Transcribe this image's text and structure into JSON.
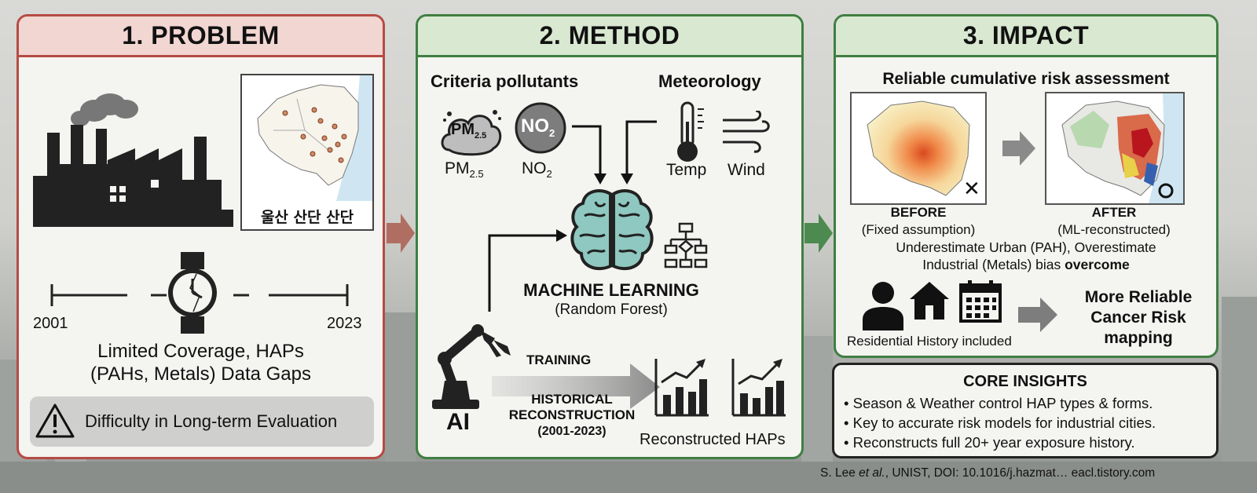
{
  "problem": {
    "title": "1. PROBLEM",
    "map_label": "울산 산단 산단",
    "timeline_start": "2001",
    "timeline_end": "2023",
    "coverage_line1": "Limited Coverage, HAPs",
    "coverage_line2": "(PAHs, Metals) Data Gaps",
    "warning": "Difficulty in Long-term Evaluation"
  },
  "method": {
    "title": "2. METHOD",
    "criteria_heading": "Criteria pollutants",
    "meteorology_heading": "Meteorology",
    "pm_icon_label": "PM",
    "pm_icon_sub": "2.5",
    "pm_label": "PM",
    "pm_label_sub": "2.5",
    "no2_icon_label": "NO",
    "no2_icon_sub": "2",
    "no2_label": "NO",
    "no2_label_sub": "2",
    "temp_label": "Temp",
    "wind_label": "Wind",
    "ml_title": "MACHINE LEARNING",
    "ml_subtitle": "(Random Forest)",
    "training_label": "TRAINING",
    "historical_line1": "HISTORICAL",
    "historical_line2": "RECONSTRUCTION",
    "historical_line3": "(2001-2023)",
    "ai_label": "AI",
    "reconstructed_label": "Reconstructed HAPs"
  },
  "impact": {
    "title": "3. IMPACT",
    "subtitle": "Reliable cumulative risk assessment",
    "before_title": "BEFORE",
    "before_sub": "(Fixed assumption)",
    "after_title": "AFTER",
    "after_sub": "(ML-reconstructed)",
    "bias_line1": "Underestimate Urban (PAH), Overestimate",
    "bias_line2_prefix": "Industrial (Metals) bias ",
    "bias_line2_bold": "overcome",
    "residential_label": "Residential History included",
    "reliable_line1": "More Reliable",
    "reliable_line2": "Cancer Risk",
    "reliable_line3": "mapping",
    "before_mark": "✕",
    "after_mark": "○"
  },
  "insights": {
    "title": "CORE INSIGHTS",
    "items": [
      "• Season & Weather control HAP types & forms.",
      "• Key to accurate risk models for industrial cities.",
      "• Reconstructs full 20+ year exposure history."
    ]
  },
  "citation": {
    "author": "S. Lee ",
    "etal": "et al.",
    "rest": ", UNIST, DOI: 10.1016/j.hazmat…  eacl.tistory.com"
  },
  "colors": {
    "problem_border": "#b64b44",
    "problem_header": "#f2d6d2",
    "method_border": "#3f7f42",
    "method_header": "#d8e8d1",
    "brain_fill": "#8fc8c0"
  }
}
